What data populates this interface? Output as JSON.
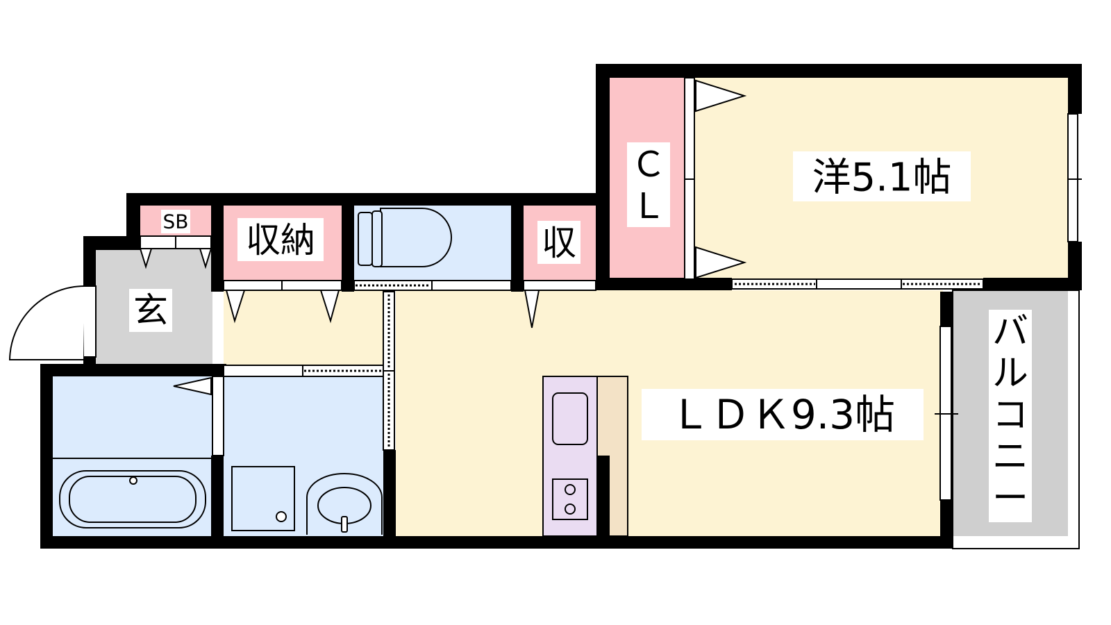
{
  "rooms": {
    "western": {
      "label": "洋5.1帖"
    },
    "ldk": {
      "label": "ＬＤＫ9.3帖"
    },
    "closet": {
      "label_line1": "Ｃ",
      "label_line2": "Ｌ"
    },
    "storage": {
      "label": "収納"
    },
    "storage_small": {
      "label": "収"
    },
    "shoe_box": {
      "label": "SB"
    },
    "entrance": {
      "label": "玄"
    },
    "balcony": {
      "label_chars": [
        "バ",
        "ル",
        "コ",
        "ニ",
        "ー"
      ]
    }
  },
  "colors": {
    "wall": "#000000",
    "room_floor": "#fdf3d3",
    "wet_area": "#dcebfd",
    "storage": "#fcc4c8",
    "entrance": "#d4d4d4",
    "balcony": "#cfcfcf",
    "kitchen": "#eadcf2",
    "counter": "#f3e2c6"
  }
}
